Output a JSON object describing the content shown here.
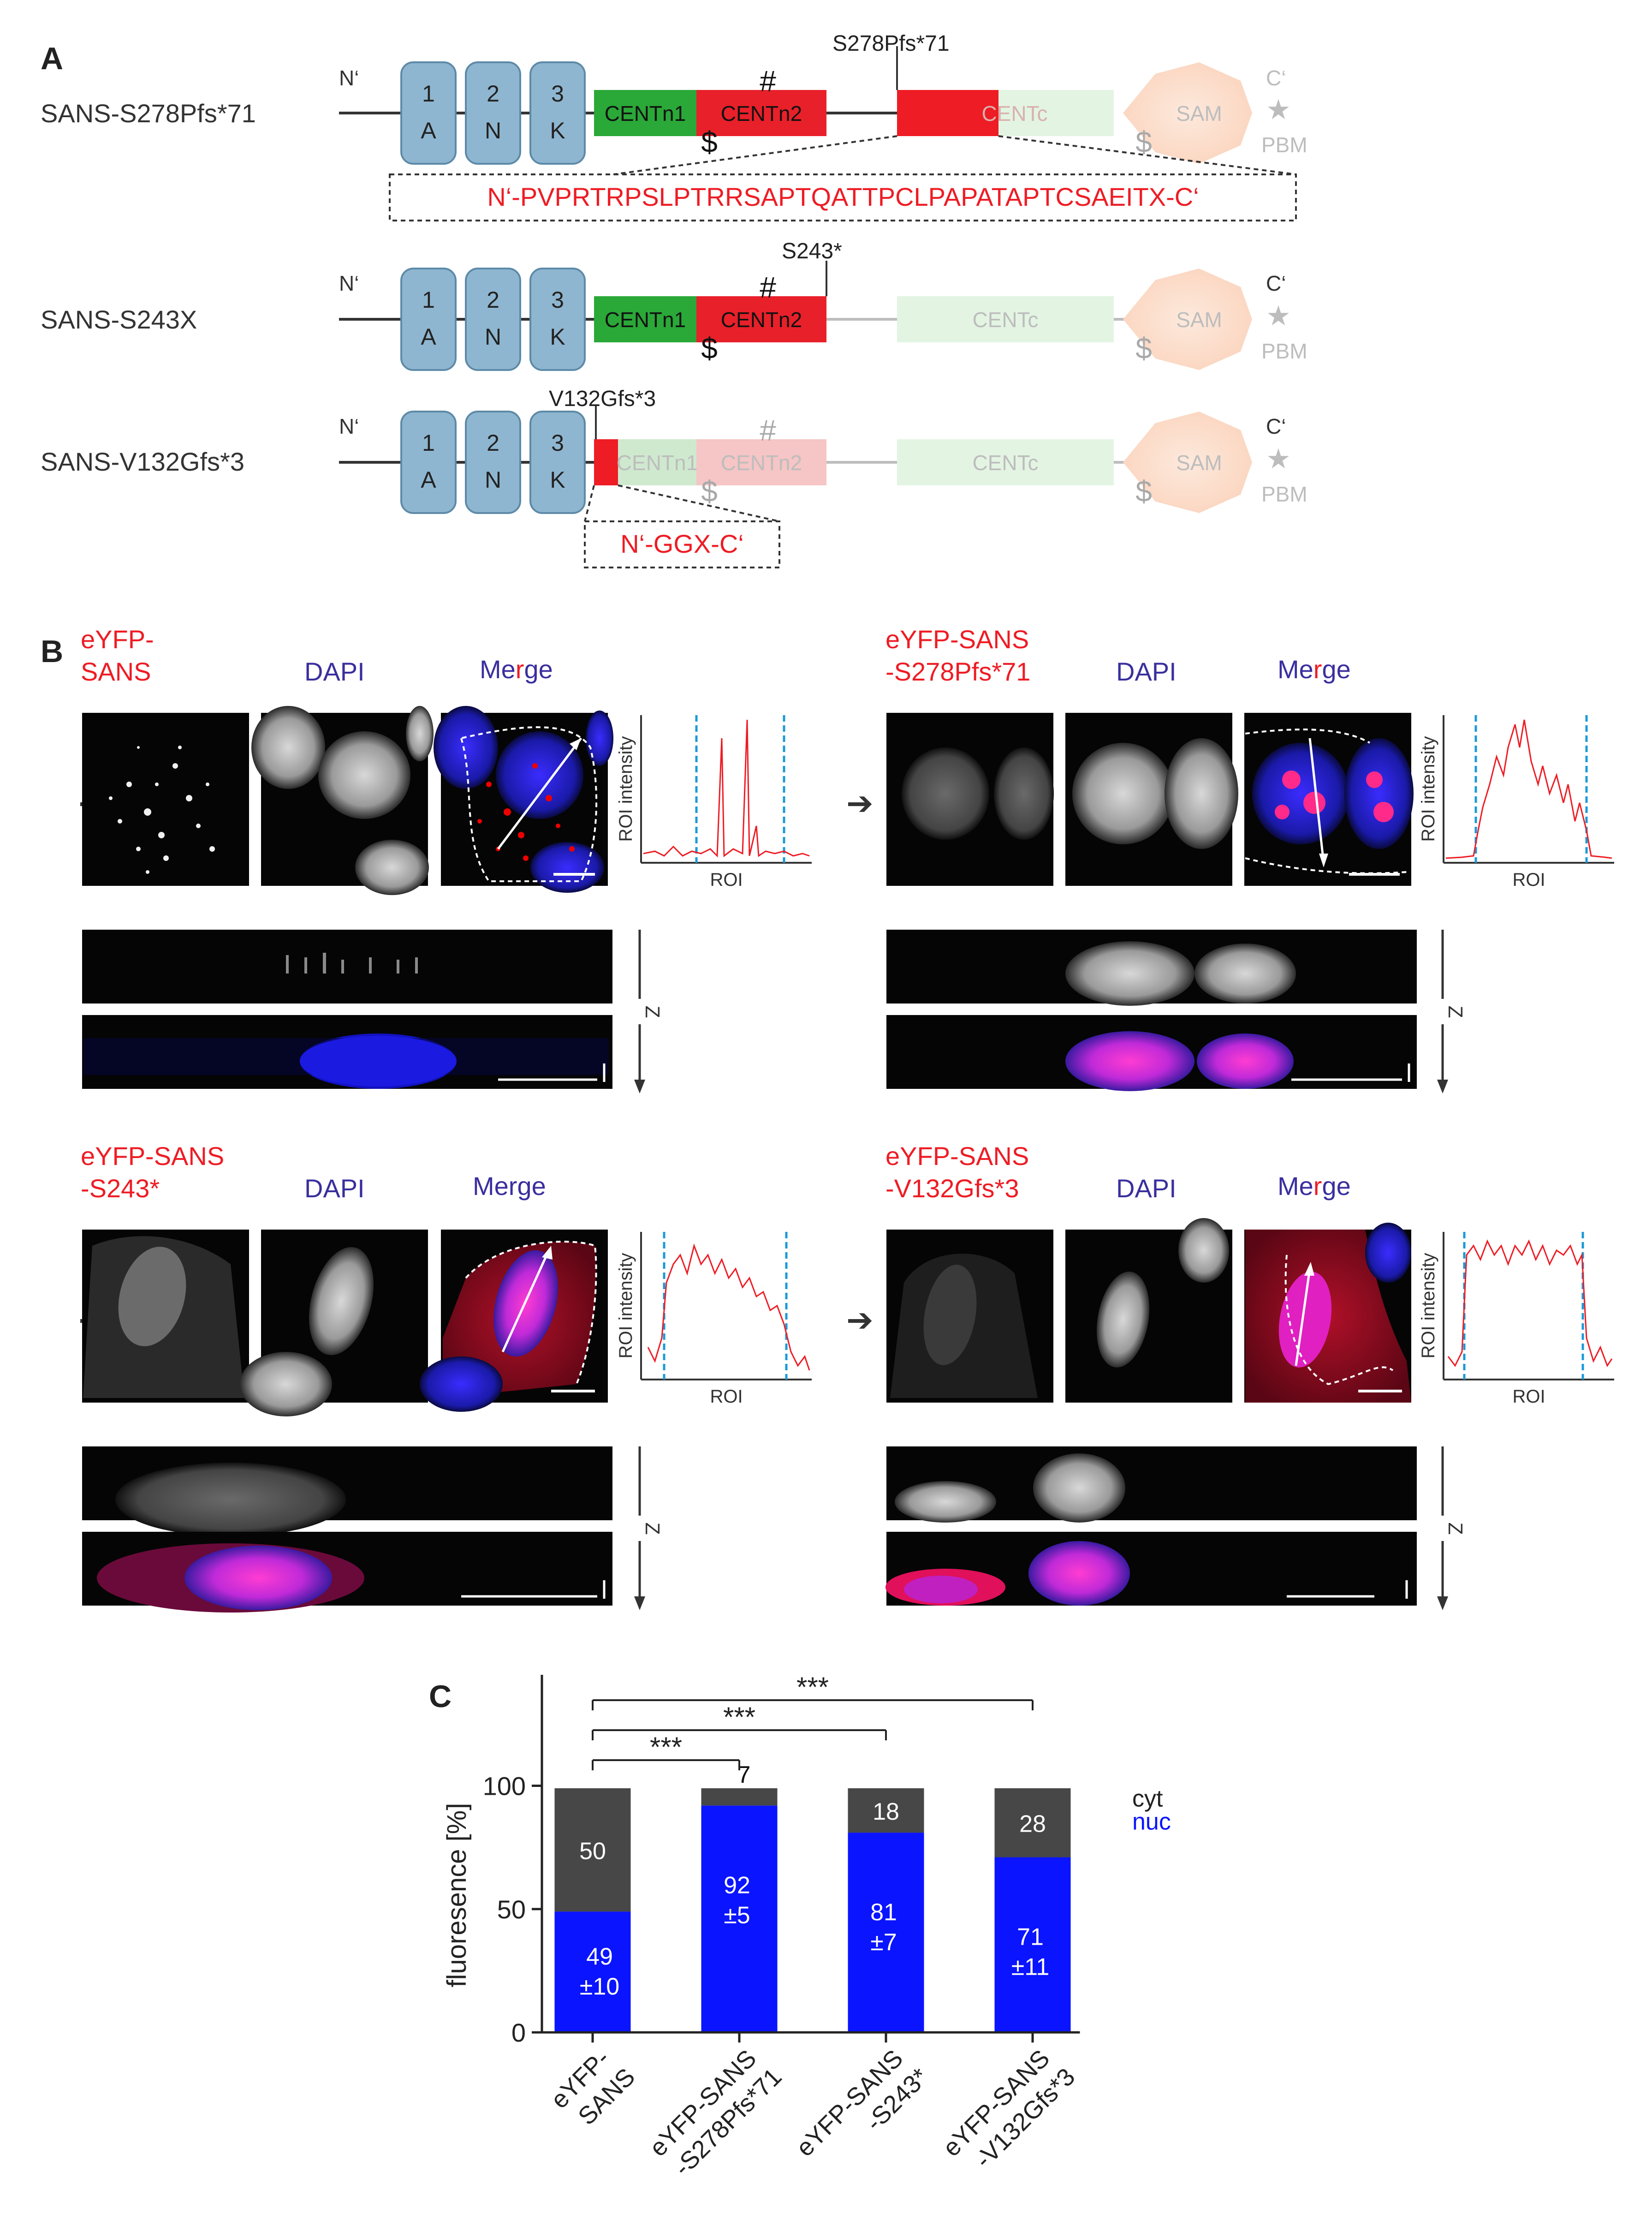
{
  "panel_a": {
    "label": "A",
    "rows": [
      {
        "name": "SANS-S278Pfs*71",
        "mutation_label": "S278Pfs*71",
        "n_term": "N‘",
        "c_term": "C‘",
        "ank_repeats": [
          {
            "top": "1",
            "bottom": "A"
          },
          {
            "top": "2",
            "bottom": "N"
          },
          {
            "top": "3",
            "bottom": "K"
          }
        ],
        "domains": {
          "centn1": "CENTn1",
          "centn2": "CENTn2",
          "centc": "CENTc",
          "sam": "SAM",
          "pbm": "PBM"
        },
        "hash": "#",
        "dollar": "$",
        "neo_peptide": "N‘-PVPRTRPSLPTRRSAPTQATTPCLPAPATAPTCSAEITX-C‘"
      },
      {
        "name": "SANS-S243X",
        "mutation_label": "S243*",
        "n_term": "N‘",
        "c_term": "C‘",
        "ank_repeats": [
          {
            "top": "1",
            "bottom": "A"
          },
          {
            "top": "2",
            "bottom": "N"
          },
          {
            "top": "3",
            "bottom": "K"
          }
        ],
        "domains": {
          "centn1": "CENTn1",
          "centn2": "CENTn2",
          "centc": "CENTc",
          "sam": "SAM",
          "pbm": "PBM"
        },
        "hash": "#",
        "dollar": "$"
      },
      {
        "name": "SANS-V132Gfs*3",
        "mutation_label": "V132Gfs*3",
        "n_term": "N‘",
        "c_term": "C‘",
        "ank_repeats": [
          {
            "top": "1",
            "bottom": "A"
          },
          {
            "top": "2",
            "bottom": "N"
          },
          {
            "top": "3",
            "bottom": "K"
          }
        ],
        "domains": {
          "centn1": "CENTn1",
          "centn2": "CENTn2",
          "centc": "CENTc",
          "sam": "SAM",
          "pbm": "PBM"
        },
        "hash": "#",
        "dollar": "$",
        "neo_peptide": "N‘-GGX-C‘"
      }
    ]
  },
  "panel_b": {
    "label": "B",
    "groups": [
      {
        "title_line1": "eYFP-",
        "title_line2": "SANS",
        "col_dapi": "DAPI",
        "col_merge_1": "Me",
        "col_merge_2": "r",
        "col_merge_3": "ge",
        "ylabel": "ROI intensity",
        "xlabel": "ROI",
        "z_label": "Z"
      },
      {
        "title_line1": "eYFP-SANS",
        "title_line2": "-S278Pfs*71",
        "col_dapi": "DAPI",
        "col_merge_1": "Me",
        "col_merge_2": "r",
        "col_merge_3": "ge",
        "ylabel": "ROI intensity",
        "xlabel": "ROI",
        "z_label": "Z"
      },
      {
        "title_line1": "eYFP-SANS",
        "title_line2": "-S243*",
        "col_dapi": "DAPI",
        "col_merge_1": "Merge",
        "col_merge_2": "",
        "col_merge_3": "",
        "ylabel": "ROI intensity",
        "xlabel": "ROI",
        "z_label": "Z"
      },
      {
        "title_line1": "eYFP-SANS",
        "title_line2": "-V132Gfs*3",
        "col_dapi": "DAPI",
        "col_merge_1": "Me",
        "col_merge_2": "r",
        "col_merge_3": "ge",
        "ylabel": "ROI intensity",
        "xlabel": "ROI",
        "z_label": "Z"
      }
    ]
  },
  "chart_data": {
    "type": "bar",
    "stacked": true,
    "panel_label": "C",
    "ylabel": "fluoresence [%]",
    "ylim": [
      0,
      145
    ],
    "yticks": [
      0,
      50,
      100
    ],
    "categories": [
      "eYFP-\nSANS",
      "eYFP-SANS\n-S278Pfs*71",
      "eYFP-SANS\n-S243*",
      "eYFP-SANS\n-V132Gfs*3"
    ],
    "series": [
      {
        "name": "nuc",
        "color": "#0a14ff",
        "values": [
          49,
          92,
          81,
          71
        ],
        "labels": [
          "49\n±10",
          "92\n±5",
          "81\n±7",
          "71\n±11"
        ]
      },
      {
        "name": "cyt",
        "color": "#474747",
        "values": [
          50,
          7,
          18,
          28
        ],
        "labels": [
          "50",
          "7",
          "18",
          "28"
        ]
      }
    ],
    "significance": [
      {
        "from": 0,
        "to": 1,
        "label": "***"
      },
      {
        "from": 0,
        "to": 2,
        "label": "***"
      },
      {
        "from": 0,
        "to": 3,
        "label": "***"
      }
    ]
  }
}
